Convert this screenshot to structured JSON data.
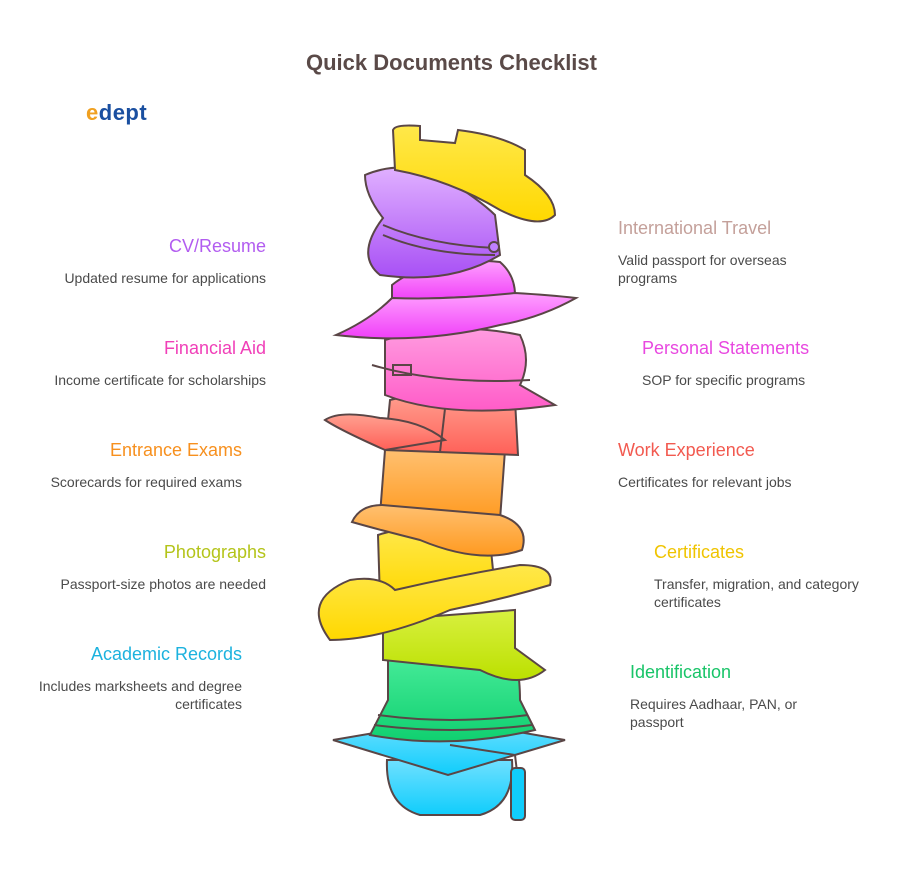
{
  "title": "Quick Documents Checklist",
  "logo": {
    "prefix": "e",
    "rest": "dept"
  },
  "left": [
    {
      "heading": "CV/Resume",
      "desc": "Updated resume for applications",
      "color": "#b25cf0"
    },
    {
      "heading": "Financial Aid",
      "desc": "Income certificate for scholarships",
      "color": "#f040b8"
    },
    {
      "heading": "Entrance Exams",
      "desc": "Scorecards for required exams",
      "color": "#f7901e"
    },
    {
      "heading": "Photographs",
      "desc": "Passport-size photos are needed",
      "color": "#b4c41a"
    },
    {
      "heading": "Academic Records",
      "desc": "Includes marksheets and degree certificates",
      "color": "#1cb2de"
    }
  ],
  "right": [
    {
      "heading": "International Travel",
      "desc": "Valid passport for overseas programs",
      "color": "#c4a09a"
    },
    {
      "heading": "Personal Statements",
      "desc": "SOP for specific programs",
      "color": "#e848e0"
    },
    {
      "heading": "Work Experience",
      "desc": "Certificates for relevant jobs",
      "color": "#f25a50"
    },
    {
      "heading": "Certificates",
      "desc": "Transfer, migration, and category certificates",
      "color": "#f0c400"
    },
    {
      "heading": "Identification",
      "desc": "Requires Aadhaar, PAN, or passport",
      "color": "#18c468"
    }
  ]
}
